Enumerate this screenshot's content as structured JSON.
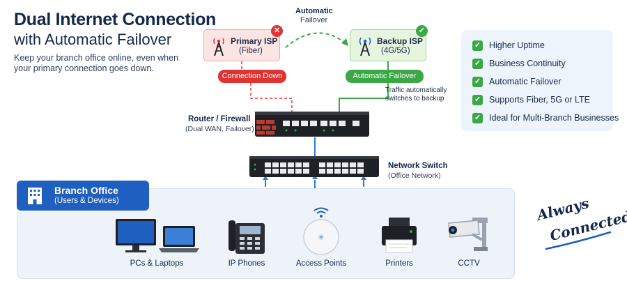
{
  "title": {
    "line1": "Dual Internet Connection",
    "line2": "with Automatic Failover"
  },
  "subtitle": "Keep your branch office online, even when your primary connection goes down.",
  "primary_isp": {
    "title": "Primary ISP",
    "sub": "(Fiber)",
    "status_icon": "close-icon"
  },
  "backup_isp": {
    "title": "Backup ISP",
    "sub": "(4G/5G)",
    "status_icon": "check-icon"
  },
  "failover_arrow": {
    "line1": "Automatic",
    "line2": "Failover"
  },
  "pills": {
    "down": "Connection Down",
    "failover": "Automatic Failover"
  },
  "traffic_note": "Traffic automatically switches to backup",
  "router": {
    "title": "Router / Firewall",
    "sub": "(Dual WAN, Failover)"
  },
  "switch": {
    "title": "Network Switch",
    "sub": "(Office Network)"
  },
  "benefits": [
    "Higher Uptime",
    "Business Continuity",
    "Automatic Failover",
    "Supports Fiber, 5G or LTE",
    "Ideal for Multi-Branch Businesses"
  ],
  "office": {
    "title": "Branch Office",
    "sub": "(Users & Devices)"
  },
  "devices": [
    "PCs & Laptops",
    "IP Phones",
    "Access Points",
    "Printers",
    "CCTV"
  ],
  "signature": {
    "line1": "Always",
    "line2": "Connected"
  },
  "colors": {
    "navy": "#13294b",
    "red": "#e03434",
    "green": "#3aa845",
    "blue": "#1f5fbf",
    "line_blue": "#2a7fd4"
  }
}
